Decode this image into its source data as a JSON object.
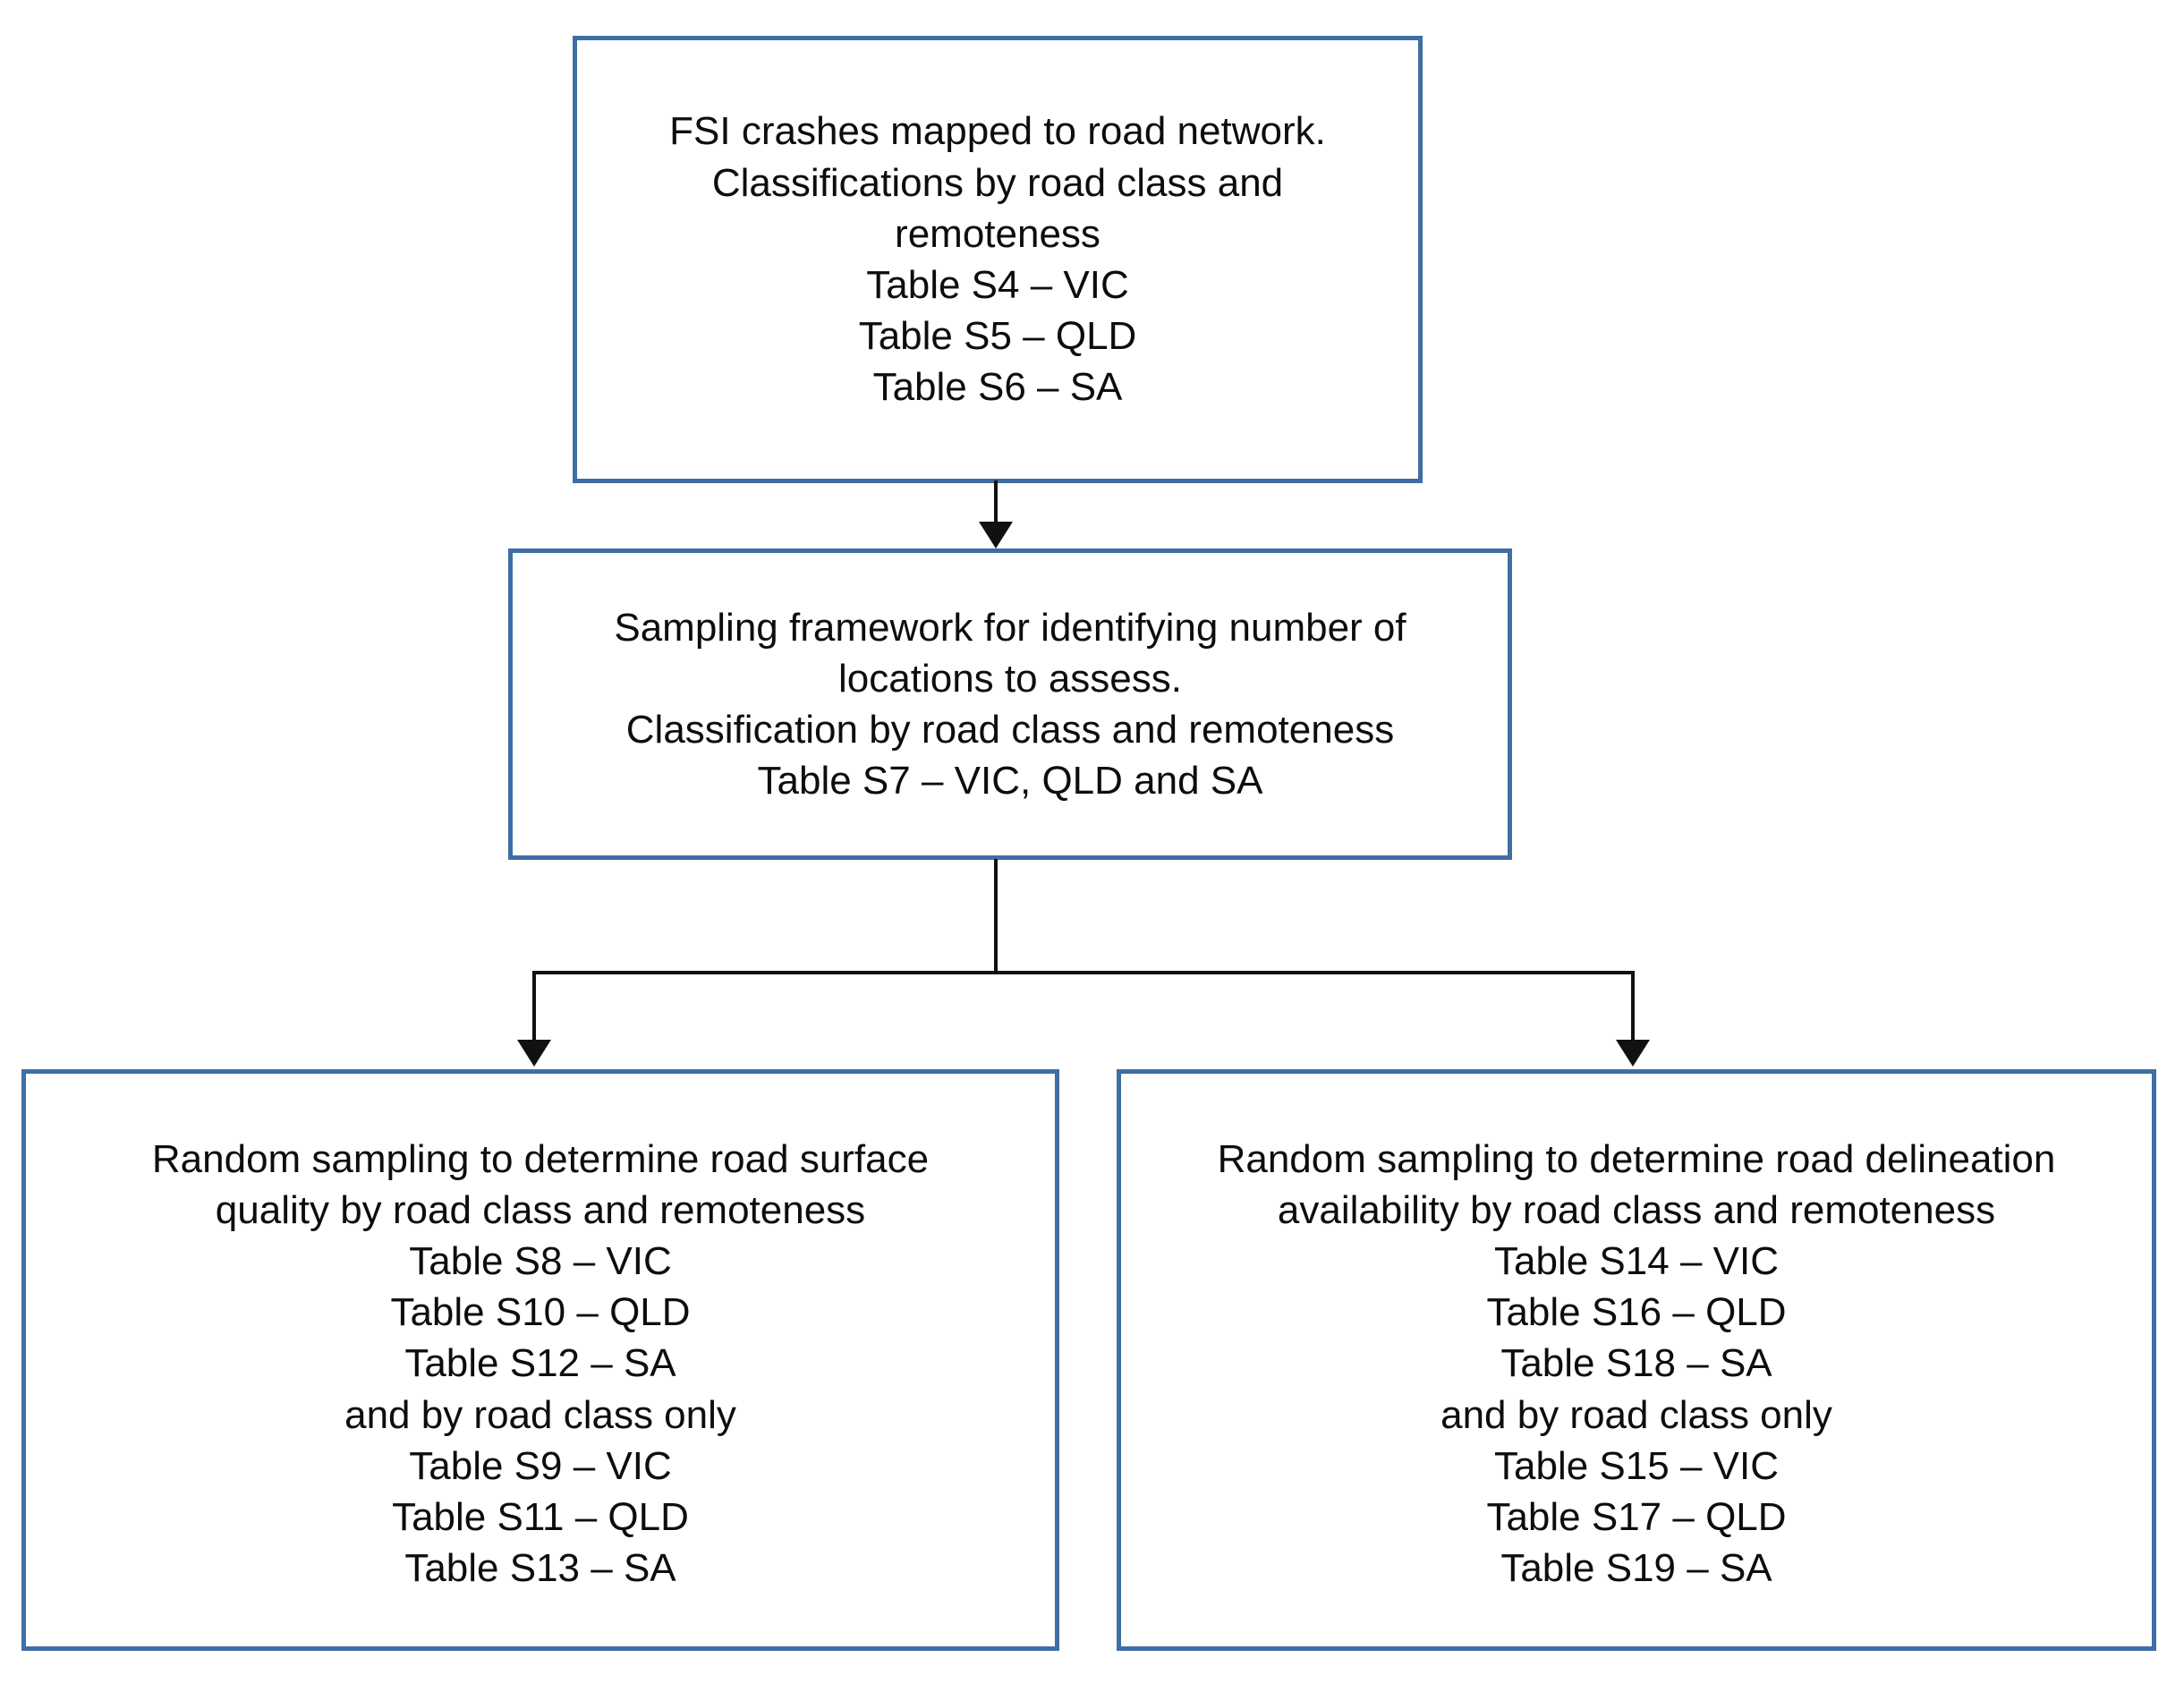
{
  "diagram": {
    "title": "Sampling framework flow chart",
    "border_color": "#3f6ea3",
    "connector_color": "#111111",
    "background_color": "#ffffff",
    "boxes": [
      {
        "id": "fsi-crashes",
        "lines": [
          "FSI crashes mapped to road network.",
          "Classifications by road class and",
          "remoteness",
          "Table S4 – VIC",
          "Table S5 – QLD",
          "Table S6 – SA"
        ]
      },
      {
        "id": "sampling-framework",
        "lines": [
          "Sampling framework for identifying number of",
          "locations to assess.",
          "Classification by road class and remoteness",
          "Table S7 – VIC, QLD and SA"
        ]
      },
      {
        "id": "road-surface",
        "lines": [
          "Random sampling to determine road surface",
          "quality by road class and remoteness",
          "Table S8 – VIC",
          "Table S10 – QLD",
          "Table S12 – SA",
          "and by road class only",
          "Table S9 – VIC",
          "Table S11 – QLD",
          "Table S13 – SA"
        ]
      },
      {
        "id": "road-delineation",
        "lines": [
          "Random sampling to determine road delineation",
          "availability by road class and remoteness",
          "Table S14 – VIC",
          "Table S16 – QLD",
          "Table S18 – SA",
          "and by road class only",
          "Table S15 – VIC",
          "Table S17 – QLD",
          "Table S19 – SA"
        ]
      }
    ],
    "connectors": [
      {
        "id": "fsi-to-sampling",
        "from": "fsi-crashes",
        "to": "sampling-framework",
        "style": "arrow-down"
      },
      {
        "id": "sampling-to-road-surface",
        "from": "sampling-framework",
        "to": "road-surface",
        "style": "elbow-arrow-down"
      },
      {
        "id": "sampling-to-road-delineation",
        "from": "sampling-framework",
        "to": "road-delineation",
        "style": "elbow-arrow-down"
      }
    ]
  }
}
